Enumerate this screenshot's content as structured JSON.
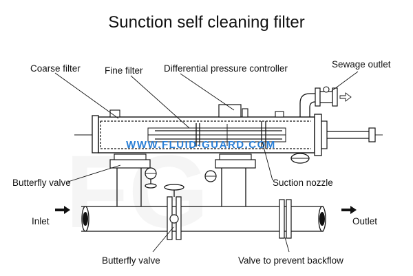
{
  "title": "Sunction self cleaning filter",
  "watermark": "WWW.FLUID-GUARD.COM",
  "labels": {
    "coarse_filter": "Coarse filter",
    "fine_filter": "Fine filter",
    "dp_controller": "Differential pressure controller",
    "sewage_outlet": "Sewage outlet",
    "butterfly_valve_upper": "Butterfly valve",
    "suction_nozzle": "Suction nozzle",
    "inlet": "Inlet",
    "outlet": "Outlet",
    "butterfly_valve_lower": "Butterfly valve",
    "backflow_valve": "Valve to prevent backflow"
  },
  "colors": {
    "line": "#111111",
    "watermark": "#2a7fd6"
  }
}
